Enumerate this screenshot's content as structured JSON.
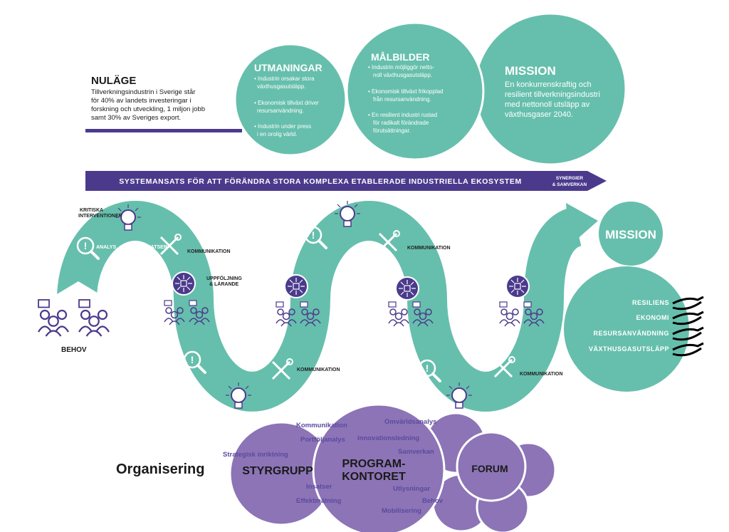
{
  "colors": {
    "teal": "#66bfac",
    "purple_dark": "#4b3a8c",
    "purple_bubble": "#8c74b6",
    "org_text": "#5b4a9e"
  },
  "nulage": {
    "title": "NULÄGE",
    "lines": [
      "Tillverkningsindustrin i Sverige står",
      "för 40% av landets investeringar i",
      "forskning och utveckling, 1 miljon jobb",
      "samt 30% av Sveriges export."
    ]
  },
  "utmaningar": {
    "title": "UTMANINGAR",
    "lines": [
      "• Industrin orsakar stora",
      "växthusgasutsläpp.",
      "• Ekonomisk tillväxt driver",
      "resursanvändning.",
      "• Industrin under press",
      "i en orolig värld."
    ]
  },
  "malbilder": {
    "title": "MÅLBILDER",
    "lines": [
      "• Industrin möjliggör netto-",
      "noll växthusgasutsläpp.",
      "• Ekonomisk tillväxt frikopplad",
      "från resursanvändning.",
      "• En resilient industri rustad",
      "för radikalt förändrade",
      "förutsättningar."
    ]
  },
  "mission_top": {
    "title": "MISSION",
    "lines": [
      "En konkurrenskraftig och",
      "resilient tillverkningsindustri",
      "med nettonoll utsläpp av",
      "växthusgaser 2040."
    ]
  },
  "banner": {
    "text": "SYSTEMANSATS FÖR ATT FÖRÄNDRA STORA KOMPLEXA ETABLERADE INDUSTRIELLA EKOSYSTEM",
    "tip_line1": "SYNERGIER",
    "tip_line2": "& SAMVERKAN"
  },
  "flow": {
    "kritiska_1": "KRITISKA",
    "kritiska_2": "INTERVENTIONER",
    "analys": "ANALYS",
    "insatser": "INSATSER",
    "kommunikation": "KOMMUNIKATION",
    "uppfoljning_1": "UPPFÖLJNING",
    "uppfoljning_2": "& LÄRANDE",
    "behov": "BEHOV"
  },
  "mission_right": {
    "title": "MISSION",
    "outcomes": [
      "RESILIENS",
      "EKONOMI",
      "RESURSANVÄNDNING",
      "VÄXTHUSGASUTSLÄPP"
    ]
  },
  "organisering": {
    "title": "Organisering",
    "styrgrupp": "STYRGRUPP",
    "programkontoret_1": "PROGRAM-",
    "programkontoret_2": "KONTORET",
    "forum": "FORUM",
    "labels": [
      "Kommunikation",
      "Omvärldsanalys",
      "Portföljanalys",
      "Innovationsledning",
      "Strategisk inriktning",
      "Samverkan",
      "Insatser",
      "Utlysningar",
      "Effektmätning",
      "Behov",
      "Mobilisering"
    ]
  }
}
